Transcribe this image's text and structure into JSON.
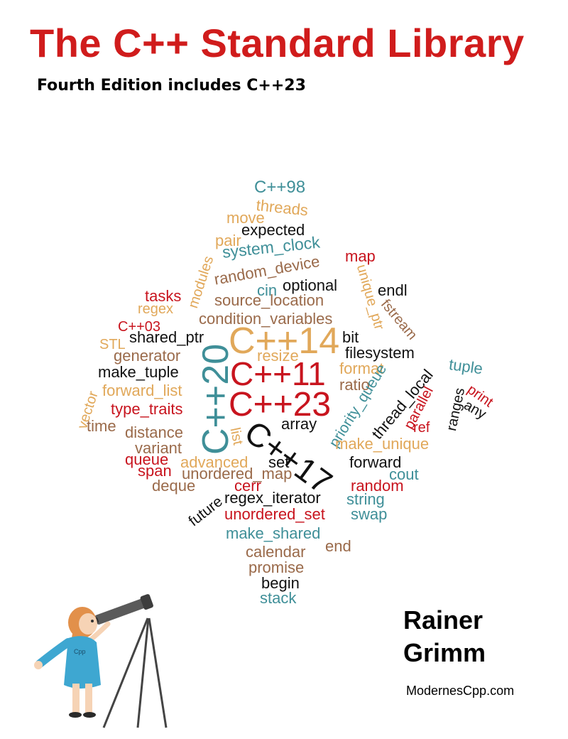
{
  "book": {
    "title": "The C++ Standard Library",
    "subtitle": "Fourth Edition includes C++23",
    "author_first": "Rainer",
    "author_last": "Grimm",
    "website": "ModernesCpp.com",
    "shirt_text": "Cpp",
    "title_color": "#d01c1c"
  },
  "palette": {
    "red": "#c8141e",
    "tan": "#e1a85a",
    "brown": "#9a6a4a",
    "teal": "#3f8f98",
    "black": "#111111"
  },
  "wordcloud": {
    "w01": "C++98",
    "w02": "threads",
    "w03": "move",
    "w04": "expected",
    "w05": "pair",
    "w06": "system_clock",
    "w07": "map",
    "w08": "random_device",
    "w09": "modules",
    "w10": "unique_ptr",
    "w11": "cin",
    "w12": "optional",
    "w13": "endl",
    "w14": "tasks",
    "w15": "source_location",
    "w16": "fstream",
    "w17": "regex",
    "w18": "condition_variables",
    "w19": "C++03",
    "w20": "shared_ptr",
    "w21": "C++14",
    "w22": "bit",
    "w23": "STL",
    "w24": "resize",
    "w25": "filesystem",
    "w26": "generator",
    "w27": "C++20",
    "w28": "tuple",
    "w29": "make_tuple",
    "w30": "C++11",
    "w31": "format",
    "w32": "thread_local",
    "w33": "ranges",
    "w34": "print",
    "w35": "vector",
    "w36": "forward_list",
    "w37": "ratio",
    "w38": "priority_queue",
    "w39": "any",
    "w40": "type_traits",
    "w41": "C++23",
    "w42": "parallel",
    "w43": "time",
    "w44": "array",
    "w45": "ref",
    "w46": "distance",
    "w47": "list",
    "w48": "C++17",
    "w49": "variant",
    "w50": "make_unique",
    "w51": "queue",
    "w52": "advanced",
    "w53": "set",
    "w54": "forward",
    "w55": "span",
    "w56": "unordered_map",
    "w57": "cout",
    "w58": "deque",
    "w59": "cerr",
    "w60": "random",
    "w61": "future",
    "w62": "regex_iterator",
    "w63": "string",
    "w64": "unordered_set",
    "w65": "swap",
    "w66": "make_shared",
    "w67": "end",
    "w68": "calendar",
    "w69": "promise",
    "w70": "begin",
    "w71": "stack"
  }
}
